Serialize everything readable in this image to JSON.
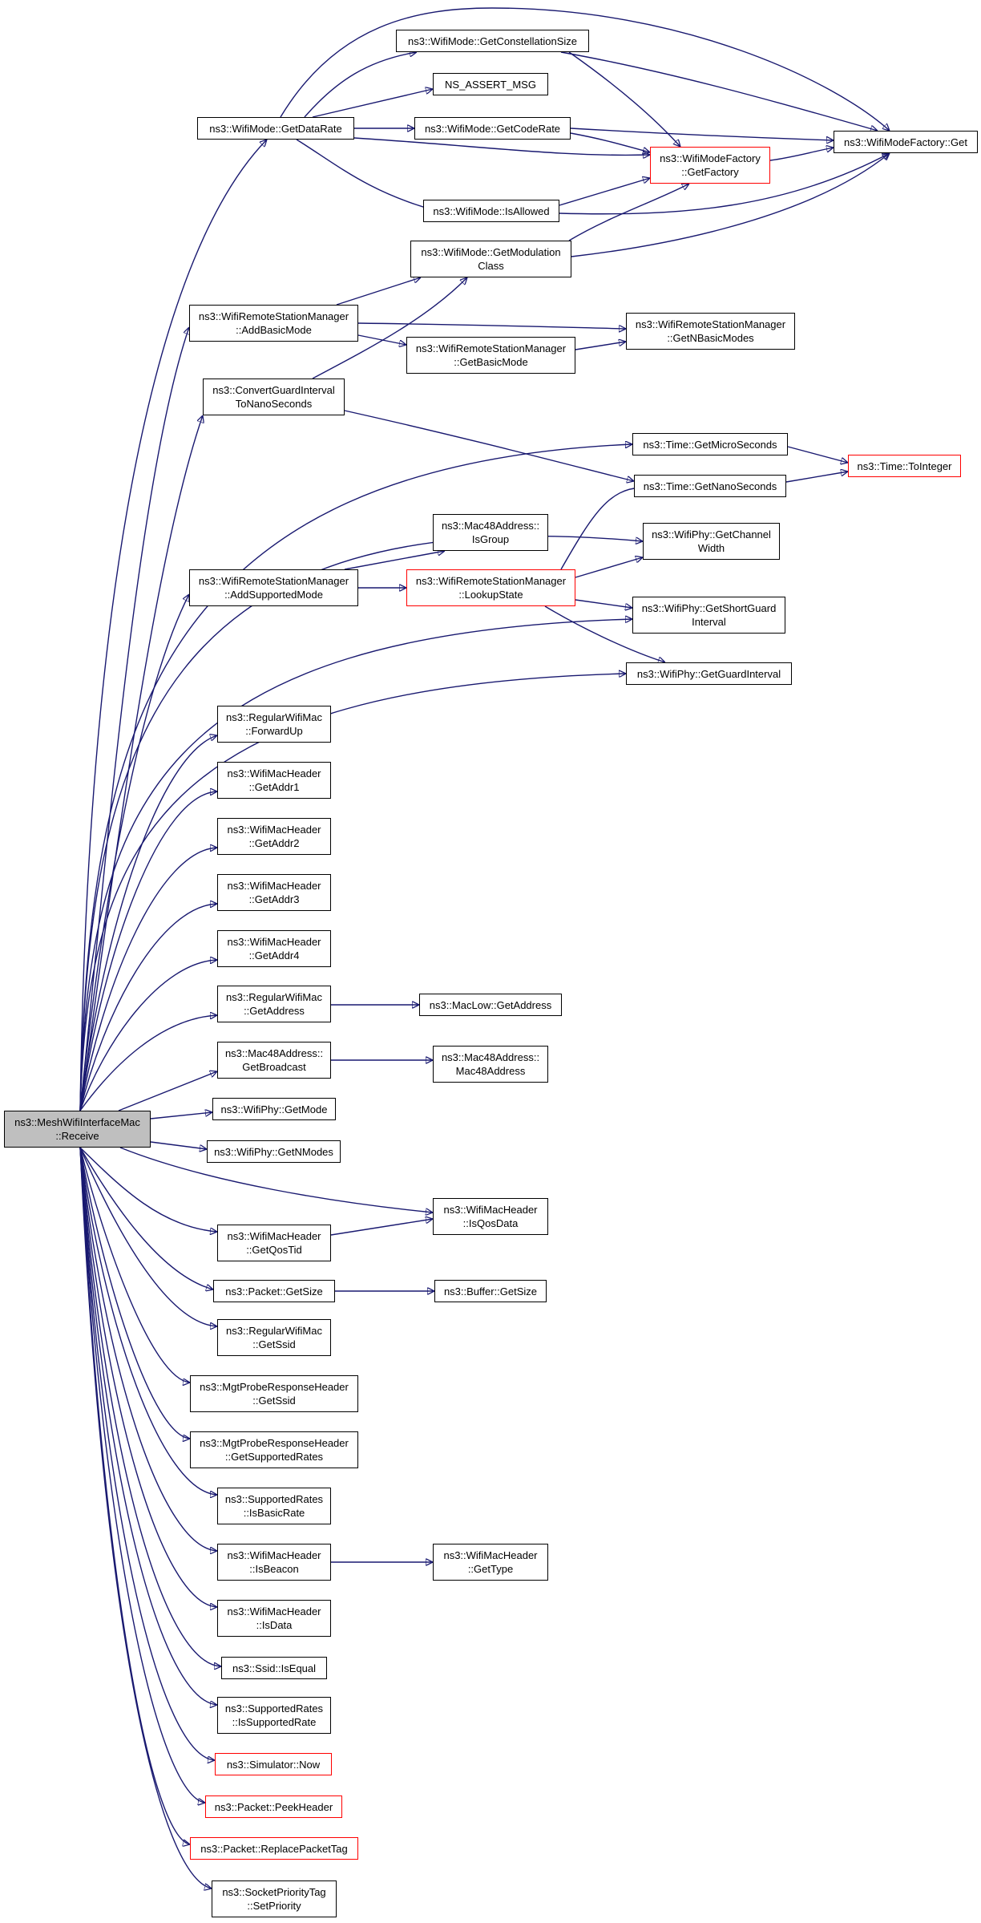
{
  "colors": {
    "edge": "#191970",
    "node_border": "#000000",
    "node_border_truncated": "#ff0000",
    "root_fill": "#bfbfbf",
    "background": "#ffffff"
  },
  "nodes": {
    "receive": {
      "lines": [
        "ns3::MeshWifiInterfaceMac",
        "::Receive"
      ]
    },
    "getdatarate": {
      "lines": [
        "ns3::WifiMode::GetDataRate"
      ]
    },
    "getconstellationsize": {
      "lines": [
        "ns3::WifiMode::GetConstellationSize"
      ]
    },
    "ns_assert_msg": {
      "lines": [
        "NS_ASSERT_MSG"
      ]
    },
    "getcoderate": {
      "lines": [
        "ns3::WifiMode::GetCodeRate"
      ]
    },
    "wifimodefactory_getfactory": {
      "lines": [
        "ns3::WifiModeFactory",
        "::GetFactory"
      ]
    },
    "wifimodefactory_get": {
      "lines": [
        "ns3::WifiModeFactory::Get"
      ]
    },
    "isallowed": {
      "lines": [
        "ns3::WifiMode::IsAllowed"
      ]
    },
    "getmodulationclass": {
      "lines": [
        "ns3::WifiMode::GetModulation",
        "Class"
      ]
    },
    "addbasicmode": {
      "lines": [
        "ns3::WifiRemoteStationManager",
        "::AddBasicMode"
      ]
    },
    "getnbasicmodes": {
      "lines": [
        "ns3::WifiRemoteStationManager",
        "::GetNBasicModes"
      ]
    },
    "getbasicmode": {
      "lines": [
        "ns3::WifiRemoteStationManager",
        "::GetBasicMode"
      ]
    },
    "convertguardinterval": {
      "lines": [
        "ns3::ConvertGuardInterval",
        "ToNanoSeconds"
      ]
    },
    "getmicroseconds": {
      "lines": [
        "ns3::Time::GetMicroSeconds"
      ]
    },
    "tointeger": {
      "lines": [
        "ns3::Time::ToInteger"
      ]
    },
    "getnanoseconds": {
      "lines": [
        "ns3::Time::GetNanoSeconds"
      ]
    },
    "isgroup": {
      "lines": [
        "ns3::Mac48Address::",
        "IsGroup"
      ]
    },
    "getchannelwidth": {
      "lines": [
        "ns3::WifiPhy::GetChannel",
        "Width"
      ]
    },
    "addsupportedmode": {
      "lines": [
        "ns3::WifiRemoteStationManager",
        "::AddSupportedMode"
      ]
    },
    "lookupstate": {
      "lines": [
        "ns3::WifiRemoteStationManager",
        "::LookupState"
      ]
    },
    "getshortguardinterval": {
      "lines": [
        "ns3::WifiPhy::GetShortGuard",
        "Interval"
      ]
    },
    "getguardinterval": {
      "lines": [
        "ns3::WifiPhy::GetGuardInterval"
      ]
    },
    "forwardup": {
      "lines": [
        "ns3::RegularWifiMac",
        "::ForwardUp"
      ]
    },
    "getaddr1": {
      "lines": [
        "ns3::WifiMacHeader",
        "::GetAddr1"
      ]
    },
    "getaddr2": {
      "lines": [
        "ns3::WifiMacHeader",
        "::GetAddr2"
      ]
    },
    "getaddr3": {
      "lines": [
        "ns3::WifiMacHeader",
        "::GetAddr3"
      ]
    },
    "getaddr4": {
      "lines": [
        "ns3::WifiMacHeader",
        "::GetAddr4"
      ]
    },
    "regular_getaddress": {
      "lines": [
        "ns3::RegularWifiMac",
        "::GetAddress"
      ]
    },
    "maclow_getaddress": {
      "lines": [
        "ns3::MacLow::GetAddress"
      ]
    },
    "getbroadcast": {
      "lines": [
        "ns3::Mac48Address::",
        "GetBroadcast"
      ]
    },
    "mac48address_ctor": {
      "lines": [
        "ns3::Mac48Address::",
        "Mac48Address"
      ]
    },
    "getmode": {
      "lines": [
        "ns3::WifiPhy::GetMode"
      ]
    },
    "getnmodes": {
      "lines": [
        "ns3::WifiPhy::GetNModes"
      ]
    },
    "isqosdata": {
      "lines": [
        "ns3::WifiMacHeader",
        "::IsQosData"
      ]
    },
    "getqostid": {
      "lines": [
        "ns3::WifiMacHeader",
        "::GetQosTid"
      ]
    },
    "packet_getsize": {
      "lines": [
        "ns3::Packet::GetSize"
      ]
    },
    "buffer_getsize": {
      "lines": [
        "ns3::Buffer::GetSize"
      ]
    },
    "regular_getssid": {
      "lines": [
        "ns3::RegularWifiMac",
        "::GetSsid"
      ]
    },
    "mgt_getssid": {
      "lines": [
        "ns3::MgtProbeResponseHeader",
        "::GetSsid"
      ]
    },
    "mgt_getsupportedrates": {
      "lines": [
        "ns3::MgtProbeResponseHeader",
        "::GetSupportedRates"
      ]
    },
    "isbasicrate": {
      "lines": [
        "ns3::SupportedRates",
        "::IsBasicRate"
      ]
    },
    "isbeacon": {
      "lines": [
        "ns3::WifiMacHeader",
        "::IsBeacon"
      ]
    },
    "gettype": {
      "lines": [
        "ns3::WifiMacHeader",
        "::GetType"
      ]
    },
    "isdata": {
      "lines": [
        "ns3::WifiMacHeader",
        "::IsData"
      ]
    },
    "ssid_isequal": {
      "lines": [
        "ns3::Ssid::IsEqual"
      ]
    },
    "issupportedrate": {
      "lines": [
        "ns3::SupportedRates",
        "::IsSupportedRate"
      ]
    },
    "simulator_now": {
      "lines": [
        "ns3::Simulator::Now"
      ]
    },
    "peekheader": {
      "lines": [
        "ns3::Packet::PeekHeader"
      ]
    },
    "replacepackettag": {
      "lines": [
        "ns3::Packet::ReplacePacketTag"
      ]
    },
    "setpriority": {
      "lines": [
        "ns3::SocketPriorityTag",
        "::SetPriority"
      ]
    }
  }
}
